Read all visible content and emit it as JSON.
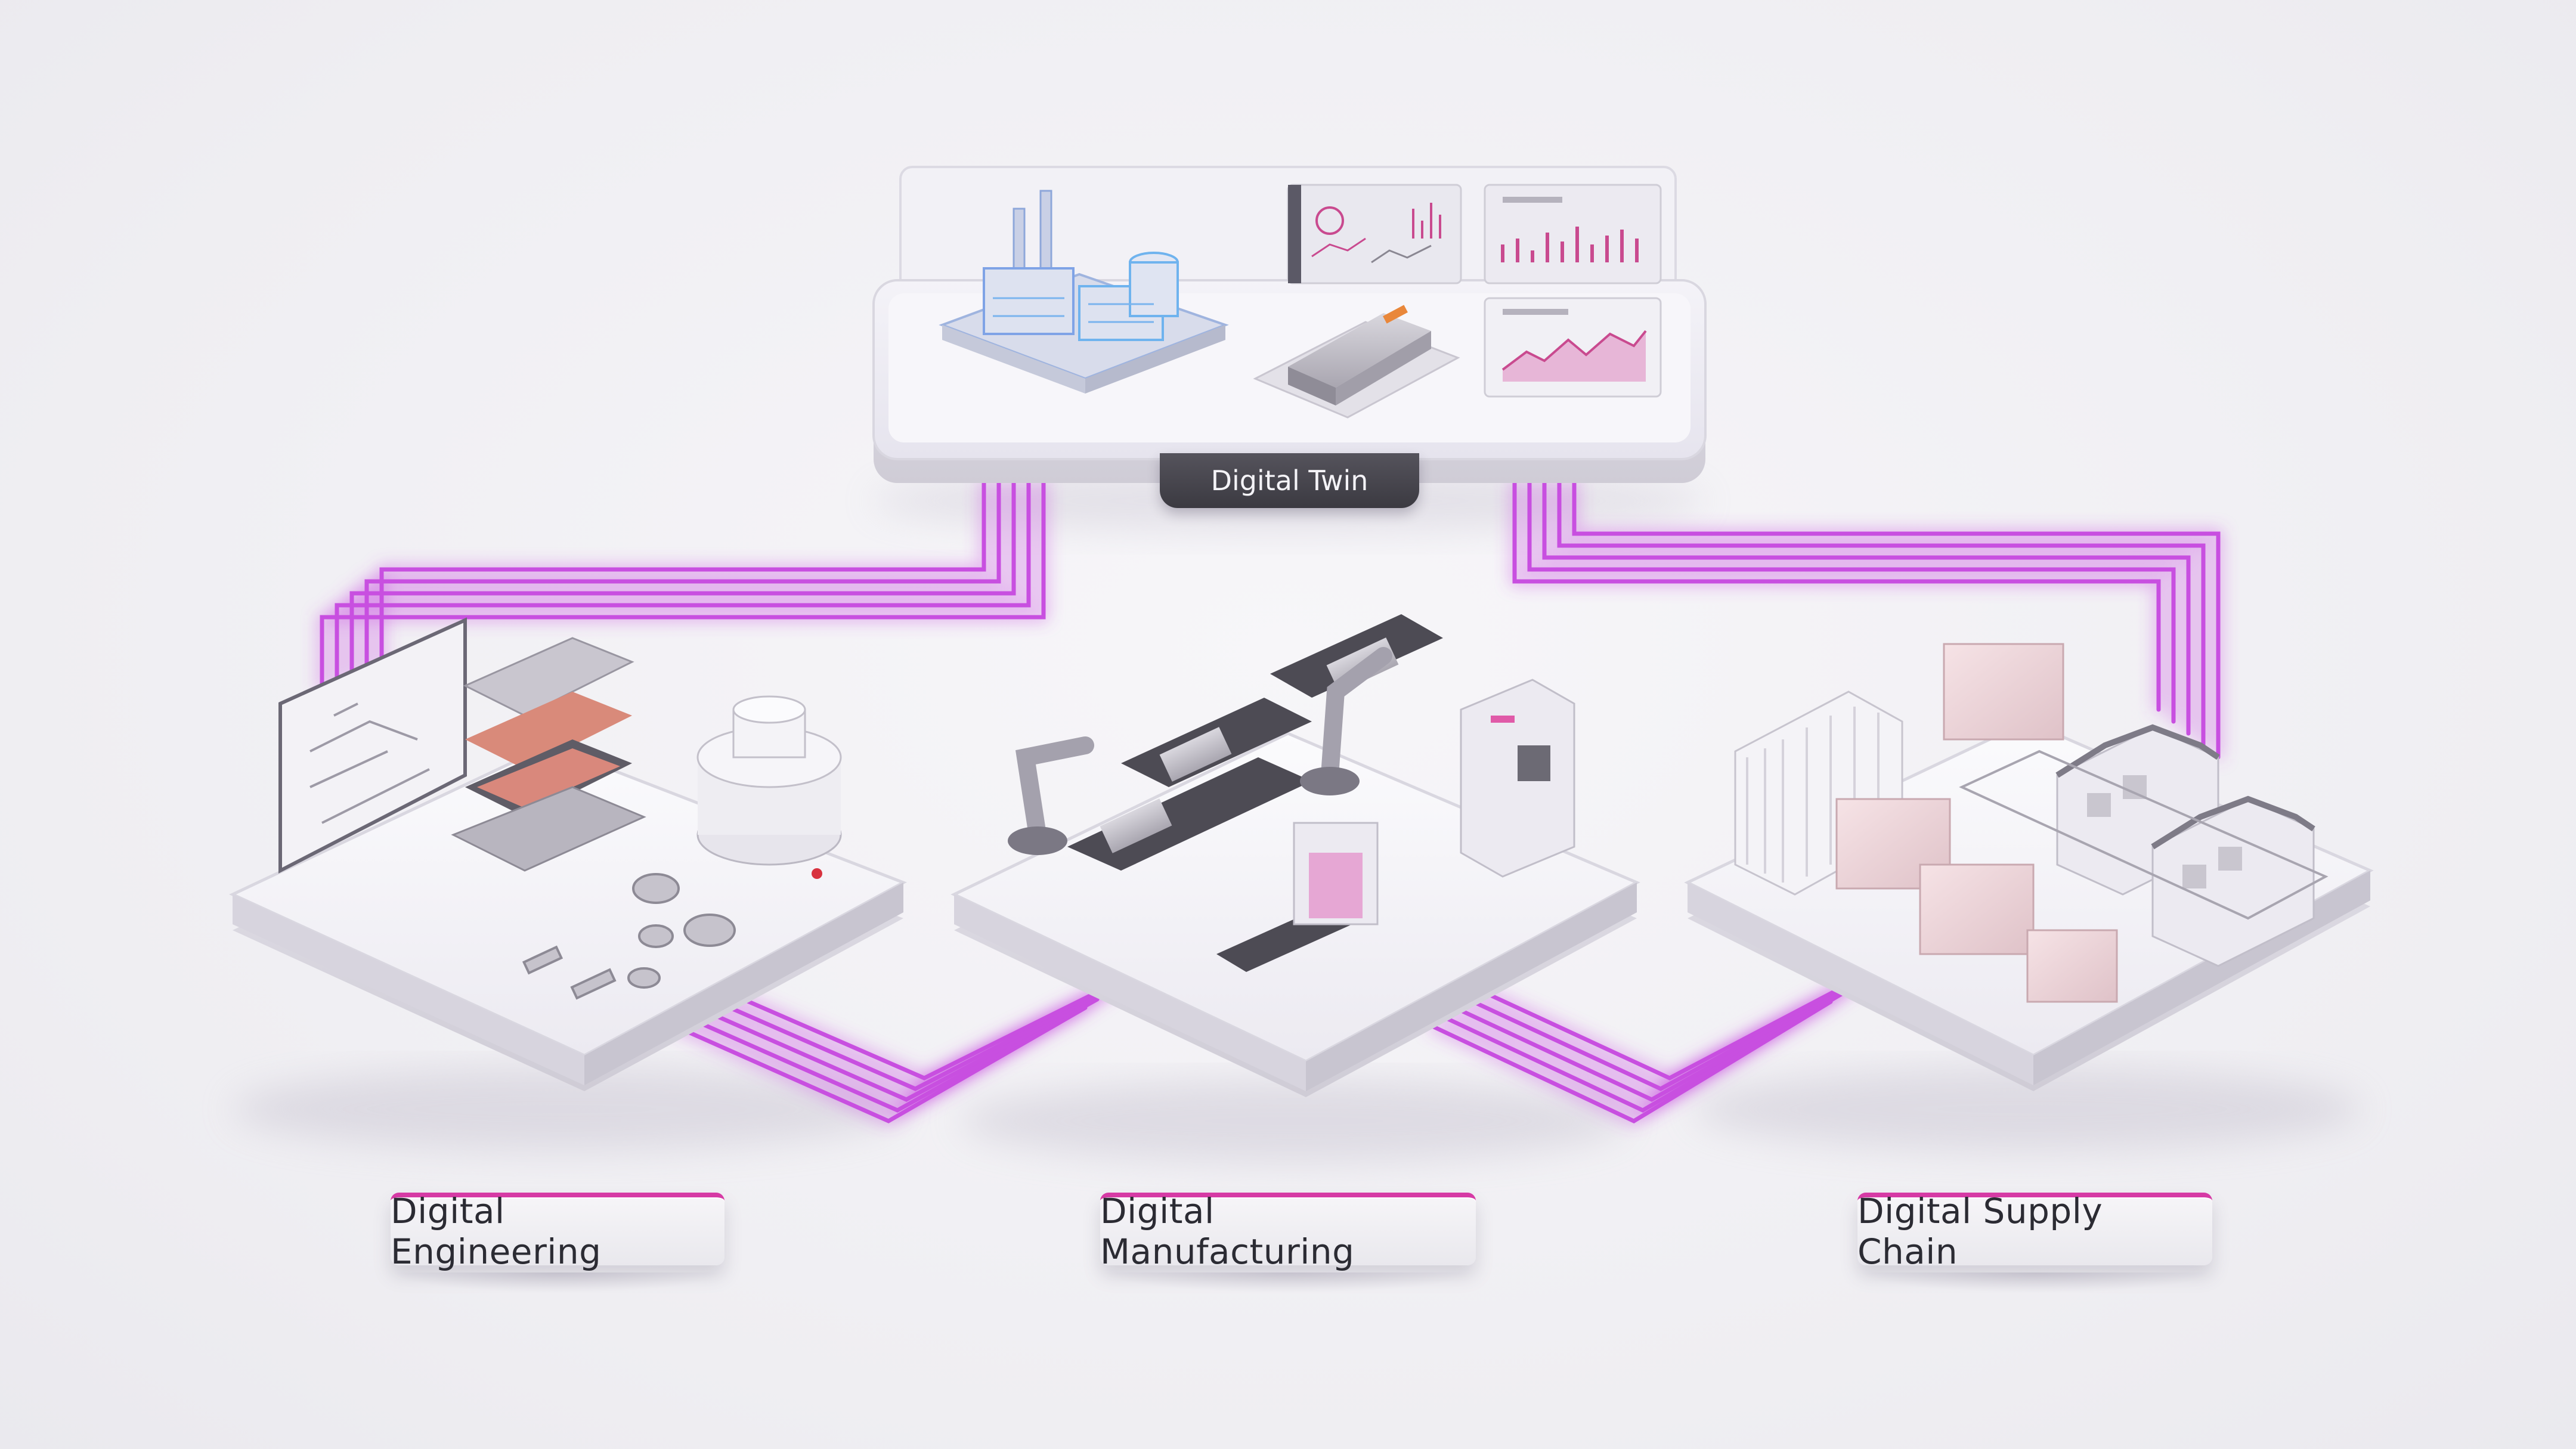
{
  "twin": {
    "title": "Digital Twin"
  },
  "nodes": [
    {
      "label": "Digital Engineering"
    },
    {
      "label": "Digital Manufacturing"
    },
    {
      "label": "Digital Supply Chain"
    }
  ],
  "colors": {
    "accent": "#d63aa5",
    "connector": "#c84fe0",
    "platform": "#f2f1f5",
    "platform_edge": "#d7d5dd",
    "box_pink": "#ecd4d8"
  }
}
